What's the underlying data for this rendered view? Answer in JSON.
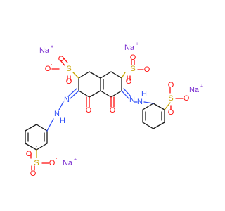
{
  "molecule": {
    "atoms": {
      "O": "O",
      "S": "S",
      "N": "N",
      "H": "H",
      "Na": "Na",
      "minus": "-",
      "plus": "+"
    },
    "colors": {
      "carbon": "#1a1a1a",
      "oxygen": "#ff0d0d",
      "nitrogen": "#3050f8",
      "sulfur": "#c9a400",
      "sodium": "#7b2fd0"
    }
  }
}
